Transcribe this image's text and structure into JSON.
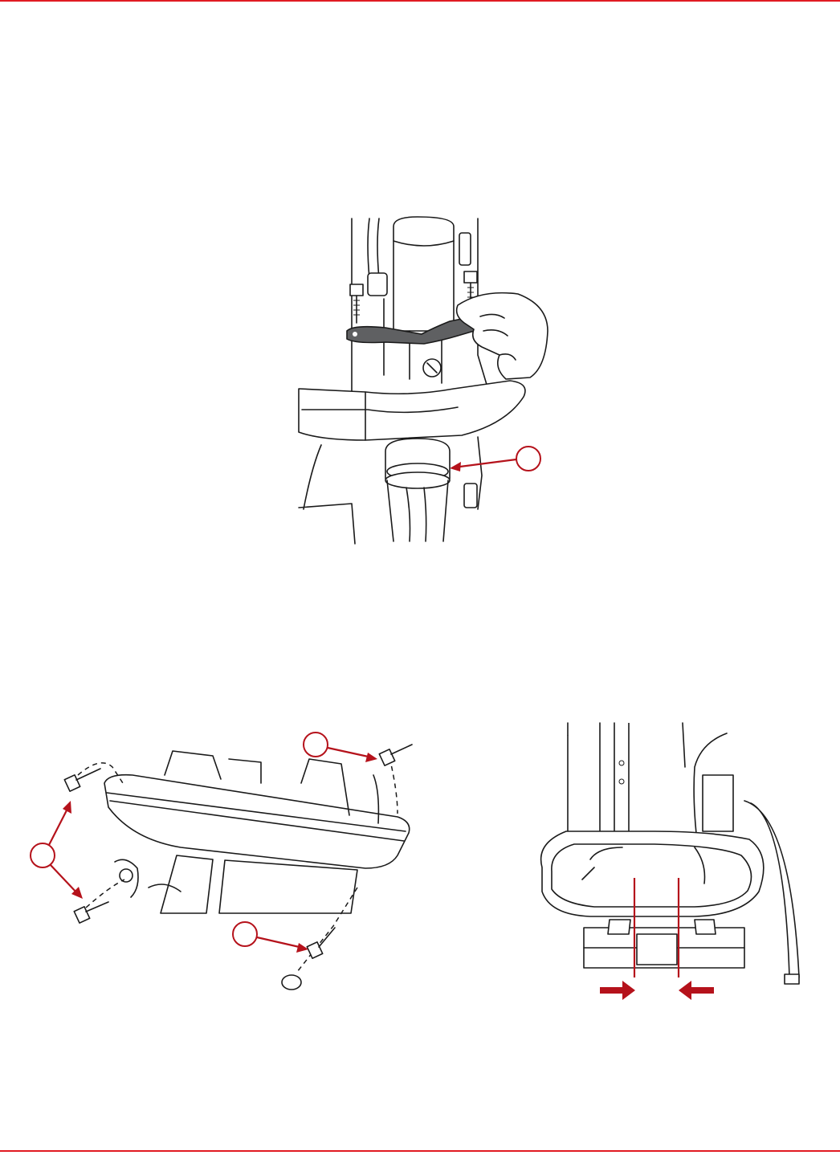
{
  "colors": {
    "rule": "#e11b22",
    "callout": "#b5121b",
    "line": "#1a1a1a",
    "tool": "#5f6062"
  },
  "figures": [
    {
      "id": "figure-top",
      "callouts": [
        ""
      ]
    },
    {
      "id": "figure-bottom-left",
      "callouts": [
        "",
        "",
        ""
      ]
    },
    {
      "id": "figure-bottom-right",
      "callouts": []
    }
  ]
}
